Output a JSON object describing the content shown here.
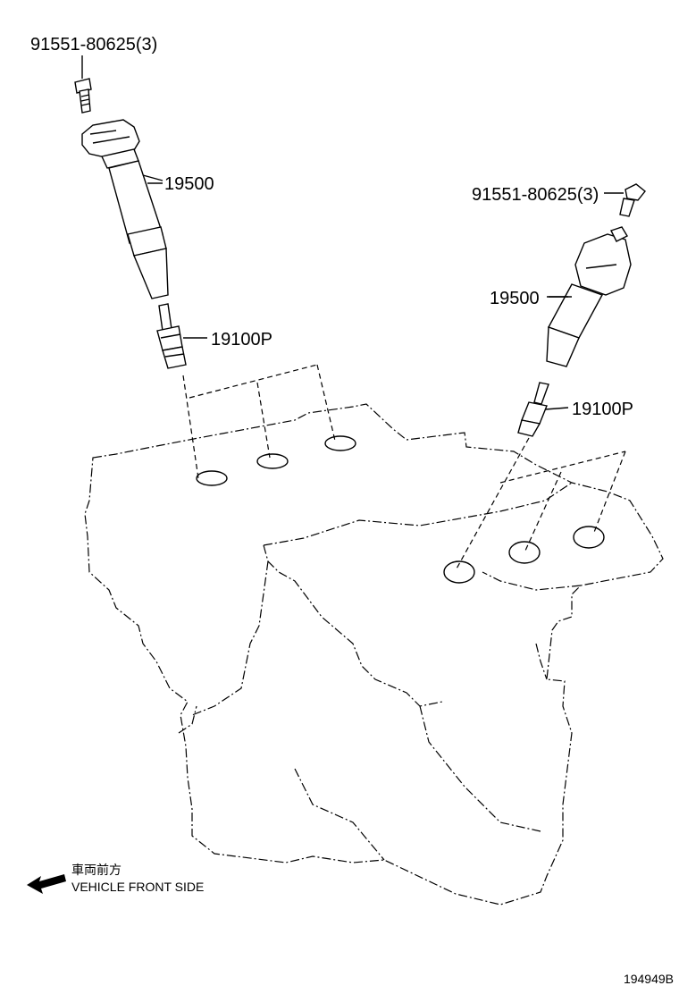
{
  "labels": {
    "bolt_left": "91551-80625(3)",
    "coil_left": "19500",
    "plug_left": "19100P",
    "bolt_right": "91551-80625(3)",
    "coil_right": "19500",
    "plug_right": "19100P"
  },
  "legend": {
    "japanese": "車両前方",
    "english": "VEHICLE FRONT SIDE"
  },
  "diagram_code": "194949B"
}
